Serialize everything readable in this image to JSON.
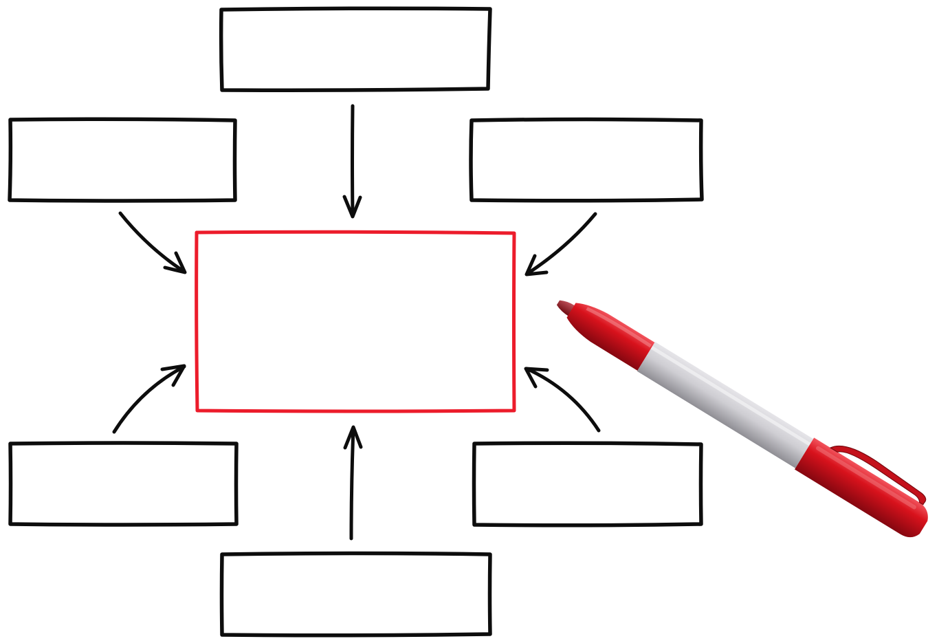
{
  "diagram": {
    "colors": {
      "ink": "#0d0d0d",
      "center_outline": "#ec1c2b",
      "background": "#ffffff",
      "marker_red": "#d8121c",
      "marker_dark_red": "#8e0b12",
      "marker_barrel": "#c9c8cc"
    },
    "center_box": {
      "label": ""
    },
    "outer_boxes": [
      {
        "id": "top",
        "label": ""
      },
      {
        "id": "upper-left",
        "label": ""
      },
      {
        "id": "upper-right",
        "label": ""
      },
      {
        "id": "lower-left",
        "label": ""
      },
      {
        "id": "lower-right",
        "label": ""
      },
      {
        "id": "bottom",
        "label": ""
      }
    ],
    "arrows": [
      {
        "from": "top",
        "to": "center"
      },
      {
        "from": "upper-left",
        "to": "center"
      },
      {
        "from": "upper-right",
        "to": "center"
      },
      {
        "from": "lower-left",
        "to": "center"
      },
      {
        "from": "lower-right",
        "to": "center"
      },
      {
        "from": "bottom",
        "to": "center"
      }
    ],
    "marker": {
      "icon": "red-marker-pen-icon"
    }
  }
}
